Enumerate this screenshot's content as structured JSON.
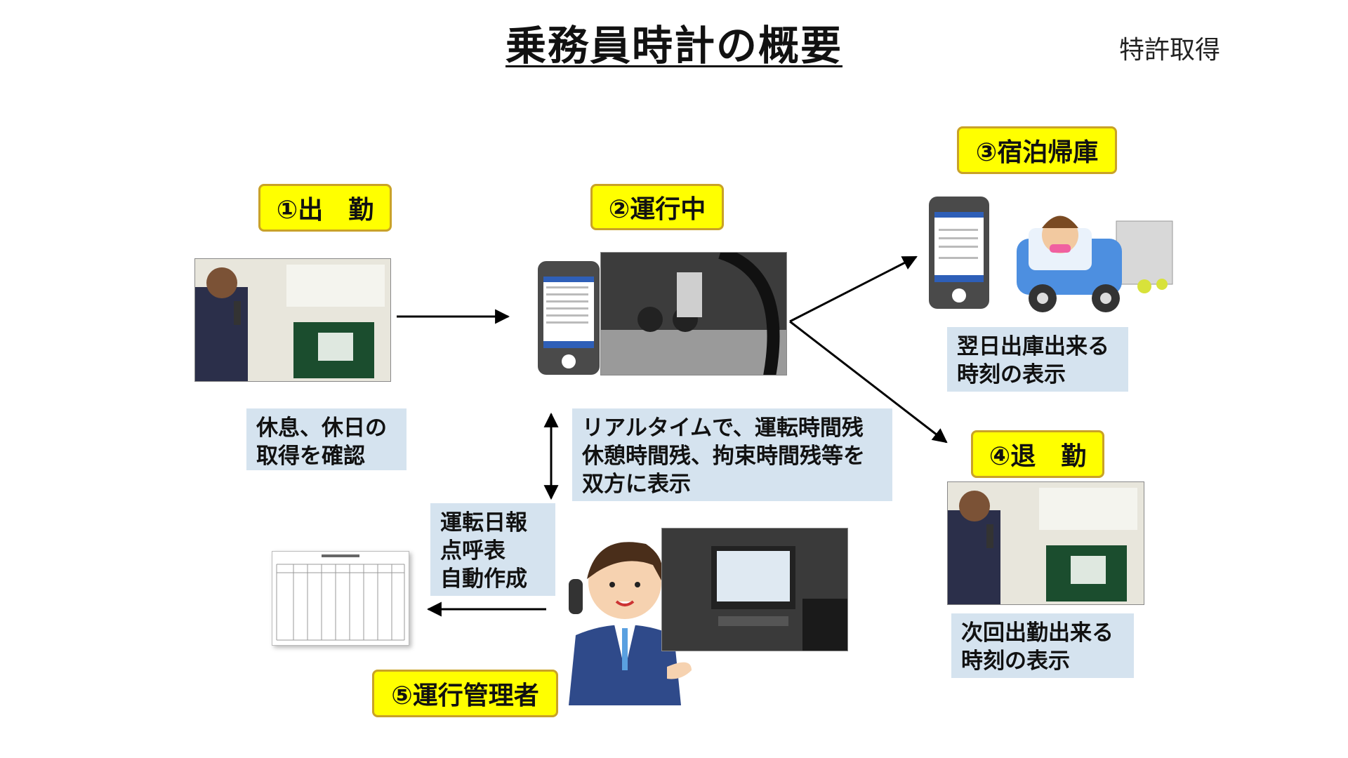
{
  "title": "乗務員時計の概要",
  "patent_label": "特許取得",
  "steps": {
    "clock_in": "①出　勤",
    "in_operation": "②運行中",
    "overnight_return": "③宿泊帰庫",
    "clock_out": "④退　勤",
    "manager": "⑤運行管理者"
  },
  "notes": {
    "clock_in": "休息、休日の\n取得を確認",
    "in_operation": "リアルタイムで、運転時間残\n休憩時間残、拘束時間残等を\n双方に表示",
    "overnight_return": "翌日出庫出来る\n時刻の表示",
    "clock_out": "次回出勤出来る\n時刻の表示",
    "manager": "運転日報\n点呼表\n自動作成"
  },
  "colors": {
    "step_fill": "#ffff00",
    "step_border": "#c9a227",
    "note_fill": "#d5e3ef",
    "arrow": "#000000"
  }
}
